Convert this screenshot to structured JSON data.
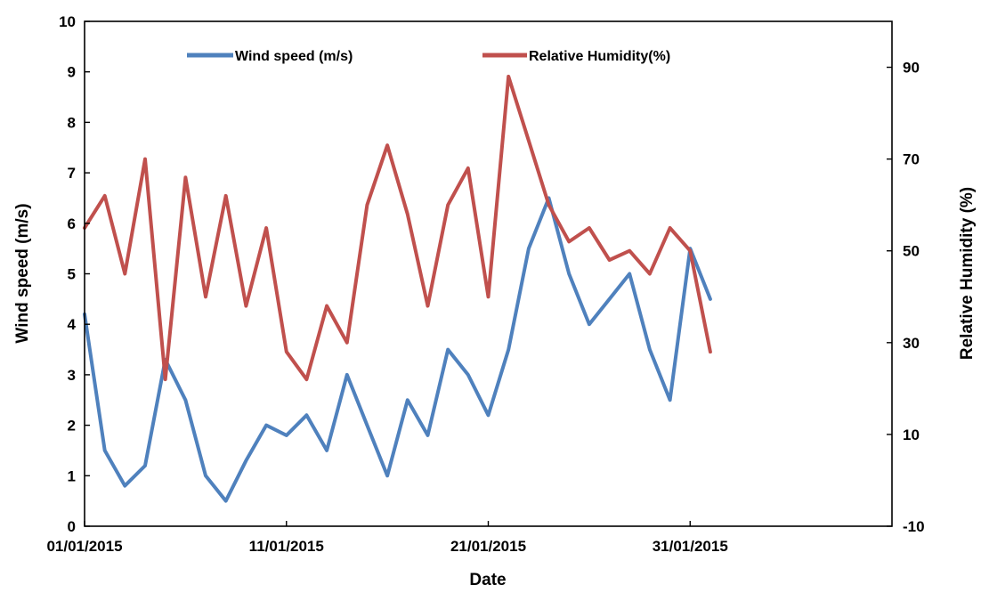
{
  "chart_data": {
    "type": "line",
    "title": "",
    "xlabel": "Date",
    "ylabel": "Wind speed (m/s)",
    "y2label": "Relative Humidity (%)",
    "x_axis": {
      "type": "date",
      "range": [
        "2015-01-01",
        "2015-02-10"
      ],
      "ticks": [
        "01/01/2015",
        "11/01/2015",
        "21/01/2015",
        "31/01/2015"
      ]
    },
    "y_left": {
      "range": [
        0,
        10
      ],
      "ticks": [
        "0",
        "1",
        "2",
        "3",
        "4",
        "5",
        "6",
        "7",
        "8",
        "9",
        "10"
      ]
    },
    "y_right": {
      "range": [
        -10,
        100
      ],
      "ticks": [
        "-10",
        "10",
        "30",
        "50",
        "70",
        "90"
      ]
    },
    "grid": false,
    "legend": {
      "placement": "top-center"
    },
    "series": [
      {
        "name": "Wind speed (m/s)",
        "axis": "left",
        "color": "#4f81bd",
        "x": [
          "2015-01-01",
          "2015-01-02",
          "2015-01-03",
          "2015-01-04",
          "2015-01-05",
          "2015-01-06",
          "2015-01-07",
          "2015-01-08",
          "2015-01-09",
          "2015-01-10",
          "2015-01-11",
          "2015-01-12",
          "2015-01-13",
          "2015-01-14",
          "2015-01-15",
          "2015-01-16",
          "2015-01-17",
          "2015-01-18",
          "2015-01-19",
          "2015-01-20",
          "2015-01-21",
          "2015-01-22",
          "2015-01-23",
          "2015-01-24",
          "2015-01-25",
          "2015-01-26",
          "2015-01-27",
          "2015-01-28",
          "2015-01-29",
          "2015-01-30",
          "2015-01-31",
          "2015-02-01"
        ],
        "y": [
          4.2,
          1.5,
          0.8,
          1.2,
          3.3,
          2.5,
          1.0,
          0.5,
          1.3,
          2.0,
          1.8,
          2.2,
          1.5,
          3.0,
          2.0,
          1.0,
          2.5,
          1.8,
          3.5,
          3.0,
          2.2,
          3.5,
          5.5,
          6.5,
          5.0,
          4.0,
          4.5,
          5.0,
          3.5,
          2.5,
          5.5,
          4.5
        ]
      },
      {
        "name": "Relative Humidity(%)",
        "axis": "right",
        "color": "#c0504d",
        "x": [
          "2015-01-01",
          "2015-01-02",
          "2015-01-03",
          "2015-01-04",
          "2015-01-05",
          "2015-01-06",
          "2015-01-07",
          "2015-01-08",
          "2015-01-09",
          "2015-01-10",
          "2015-01-11",
          "2015-01-12",
          "2015-01-13",
          "2015-01-14",
          "2015-01-15",
          "2015-01-16",
          "2015-01-17",
          "2015-01-18",
          "2015-01-19",
          "2015-01-20",
          "2015-01-21",
          "2015-01-22",
          "2015-01-23",
          "2015-01-24",
          "2015-01-25",
          "2015-01-26",
          "2015-01-27",
          "2015-01-28",
          "2015-01-29",
          "2015-01-30",
          "2015-01-31",
          "2015-02-01"
        ],
        "y": [
          55,
          62,
          45,
          70,
          22,
          66,
          40,
          62,
          38,
          55,
          28,
          22,
          38,
          30,
          60,
          73,
          58,
          38,
          60,
          68,
          40,
          88,
          74,
          60,
          52,
          55,
          48,
          50,
          45,
          55,
          50,
          28
        ]
      }
    ]
  }
}
